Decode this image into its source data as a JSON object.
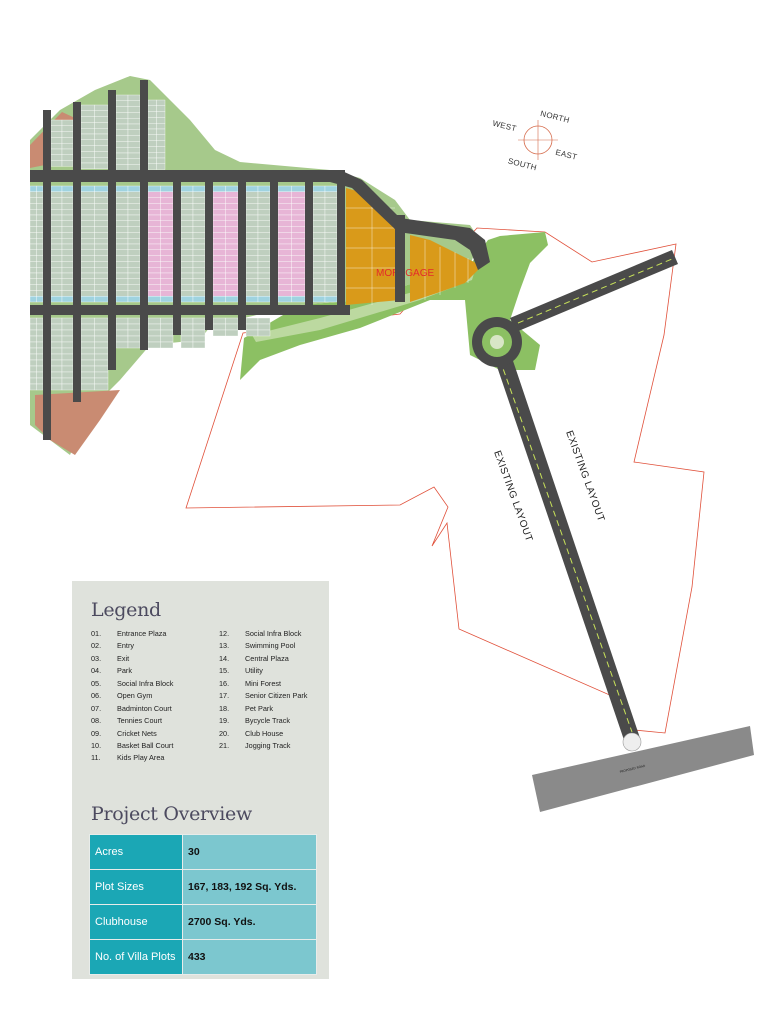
{
  "compass": {
    "north": "NORTH",
    "south": "SOUTH",
    "east": "EAST",
    "west": "WEST"
  },
  "map_labels": {
    "mortgage": "MORTGAGE",
    "existing_layout_right": "EXISTING LAYOUT",
    "existing_layout_left": "EXISTING LAYOUT"
  },
  "colors": {
    "road": "#4a4a4a",
    "road_median": "#c8e25a",
    "green_area": "#8cc063",
    "plot_standard": "#bfcfbf",
    "plot_pink": "#e7b5d6",
    "plot_blue": "#9fd3e0",
    "plot_salmon": "#c98b72",
    "mortgage_plots": "#d99a1a",
    "boundary_line": "#e0503a",
    "panel_bg": "#dfe2dc",
    "table_label": "#1ba7b5",
    "table_value": "#7cc7cf"
  },
  "legend": {
    "title": "Legend",
    "items": [
      {
        "num": "01.",
        "label": "Entrance Plaza"
      },
      {
        "num": "02.",
        "label": "Entry"
      },
      {
        "num": "03.",
        "label": "Exit"
      },
      {
        "num": "04.",
        "label": "Park"
      },
      {
        "num": "05.",
        "label": "Social Infra Block"
      },
      {
        "num": "06.",
        "label": "Open Gym"
      },
      {
        "num": "07.",
        "label": "Badminton Court"
      },
      {
        "num": "08.",
        "label": "Tennies Court"
      },
      {
        "num": "09.",
        "label": "Cricket Nets"
      },
      {
        "num": "10.",
        "label": "Basket Ball Court"
      },
      {
        "num": "11.",
        "label": "Kids Play Area"
      },
      {
        "num": "12.",
        "label": "Social Infra Block"
      },
      {
        "num": "13.",
        "label": "Swimming Pool"
      },
      {
        "num": "14.",
        "label": "Central Plaza"
      },
      {
        "num": "15.",
        "label": "Utility"
      },
      {
        "num": "16.",
        "label": "Mini Forest"
      },
      {
        "num": "17.",
        "label": "Senior Citizen Park"
      },
      {
        "num": "18.",
        "label": "Pet Park"
      },
      {
        "num": "19.",
        "label": "Bycycle Track"
      },
      {
        "num": "20.",
        "label": "Club House"
      },
      {
        "num": "21.",
        "label": "Jogging Track"
      }
    ]
  },
  "overview": {
    "title": "Project Overview",
    "rows": [
      {
        "label": "Acres",
        "value": "30"
      },
      {
        "label": "Plot Sizes",
        "value": "167, 183, 192 Sq. Yds."
      },
      {
        "label": "Clubhouse",
        "value": "2700 Sq. Yds."
      },
      {
        "label": "No. of Villa Plots",
        "value": "433"
      }
    ]
  }
}
